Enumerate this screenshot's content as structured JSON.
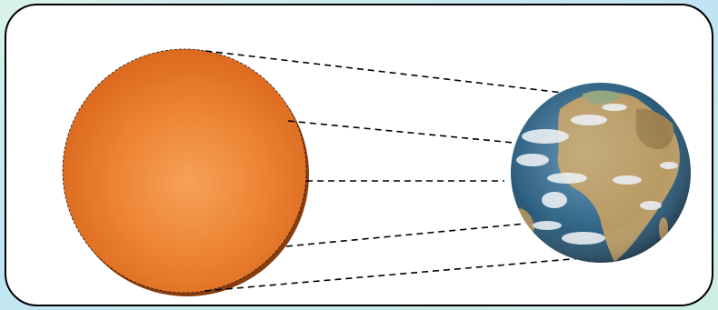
{
  "scene": {
    "bodies": [
      {
        "id": "sun",
        "icon": "sun-icon",
        "color": "#e8762a"
      },
      {
        "id": "earth",
        "icon": "earth-globe-icon",
        "ocean_color": "#2d5f80",
        "land_color": "#b89a62",
        "cloud_color": "#e9eef2"
      }
    ],
    "ray_count": 5,
    "ray_style": "dashed",
    "ray_color": "#000000"
  }
}
